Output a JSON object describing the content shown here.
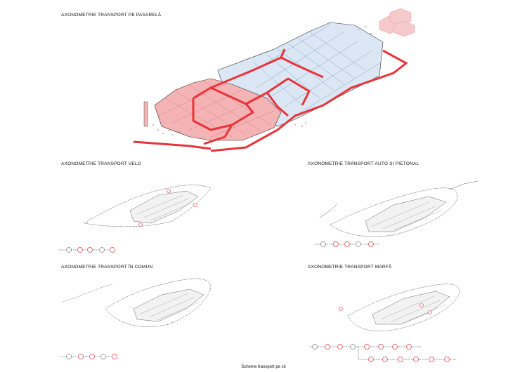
{
  "titles": {
    "main": "AXONOMETRIE TRANSPORT PE PASARELĂ",
    "velo": "AXONOMETRIE TRANSPORT VELO",
    "auto": "AXONOMETRIE TRANSPORT AUTO ȘI PIETONAL",
    "comun": "AXONOMETRIE TRANSPORT ÎN COMUN",
    "marfa": "AXONOMETRIE TRANSPORT MARFĂ"
  },
  "caption": "Scheme transport pe sit",
  "colors": {
    "accent_red": "#e8343a",
    "red_fill": "#f4b3b5",
    "blue_fill": "#dbe7f4",
    "line": "#333333",
    "pink_block": "#f6c9cb"
  }
}
